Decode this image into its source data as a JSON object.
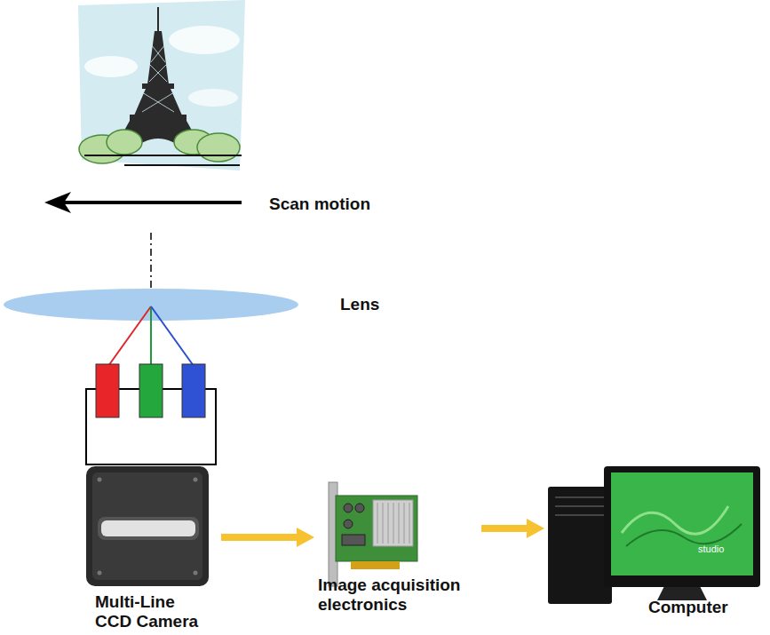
{
  "diagram": {
    "nodes": [
      {
        "text": [
          "Multi-Line CCD Camera"
        ]
      },
      {
        "text": [
          "Image acquisition electronics"
        ]
      },
      {
        "text": [
          "Computer"
        ]
      }
    ],
    "edges": [
      {
        "from": 0,
        "to": 1,
        "arrow": "to"
      },
      {
        "from": 1,
        "to": 2,
        "arrow": "to"
      }
    ],
    "labels": [
      "Scan motion",
      "Lens",
      "studio"
    ]
  }
}
